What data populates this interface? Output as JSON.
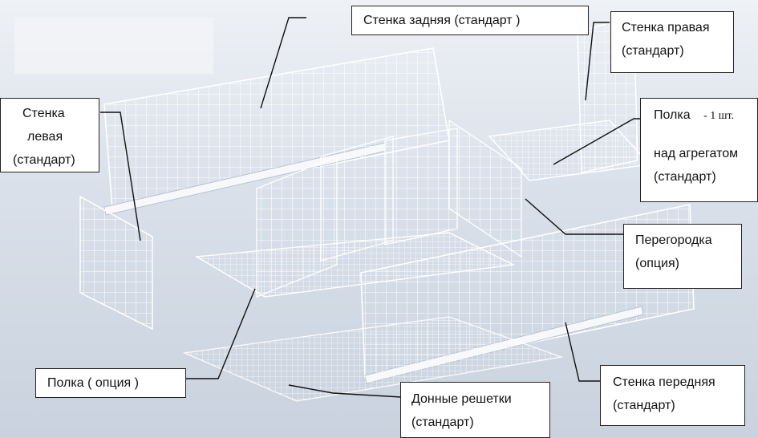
{
  "labels": {
    "back_wall": [
      "Стенка задняя (стандарт )"
    ],
    "right_wall": [
      "Стенка правая",
      "(стандарт)"
    ],
    "left_wall": [
      "Стенка",
      "левая",
      "(стандарт)"
    ],
    "shelf_unit": {
      "title": "Полка",
      "count": "- 1 шт.",
      "line2": "над агрегатом",
      "line3": "(стандарт)"
    },
    "partition": [
      "Перегородка",
      "(опция)"
    ],
    "shelf_option": [
      "Полка ( опция )"
    ],
    "bottom_grids": [
      "Донные решетки",
      "(стандарт)"
    ],
    "front_wall": [
      "Стенка передняя",
      "(стандарт)"
    ]
  },
  "colors": {
    "background": "#d9e0ea",
    "wire": "#ffffff",
    "wire_shadow": "#a9b4c4",
    "label_border": "#222222",
    "leader_line": "#111111"
  }
}
